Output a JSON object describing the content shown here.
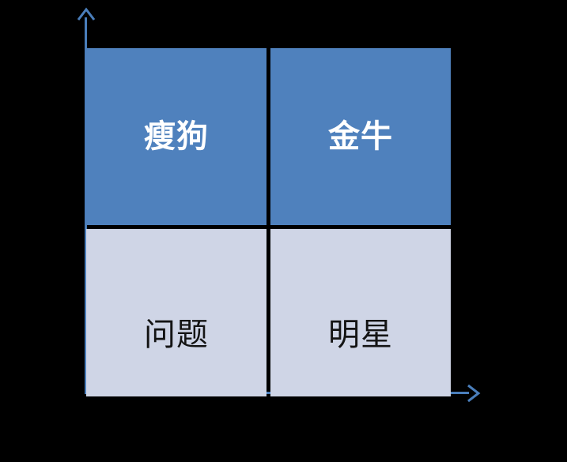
{
  "diagram": {
    "type": "bcg-growth-share-matrix",
    "background_color": "#000000",
    "axes": {
      "color": "#4a7ebb",
      "vertical": {
        "icon": "arrow-up-icon",
        "direction": "up",
        "label": ""
      },
      "horizontal": {
        "icon": "arrow-right-icon",
        "direction": "right",
        "label": ""
      }
    },
    "quadrants": [
      {
        "id": "top-left",
        "label": "瘦狗",
        "fill_color": "#4f81bd",
        "text_color": "#ffffff",
        "bold": true
      },
      {
        "id": "top-right",
        "label": "金牛",
        "fill_color": "#4f81bd",
        "text_color": "#ffffff",
        "bold": true
      },
      {
        "id": "bottom-left",
        "label": "问题",
        "fill_color": "#cfd5e6",
        "text_color": "#141414",
        "bold": false
      },
      {
        "id": "bottom-right",
        "label": "明星",
        "fill_color": "#cfd5e6",
        "text_color": "#141414",
        "bold": false
      }
    ]
  }
}
